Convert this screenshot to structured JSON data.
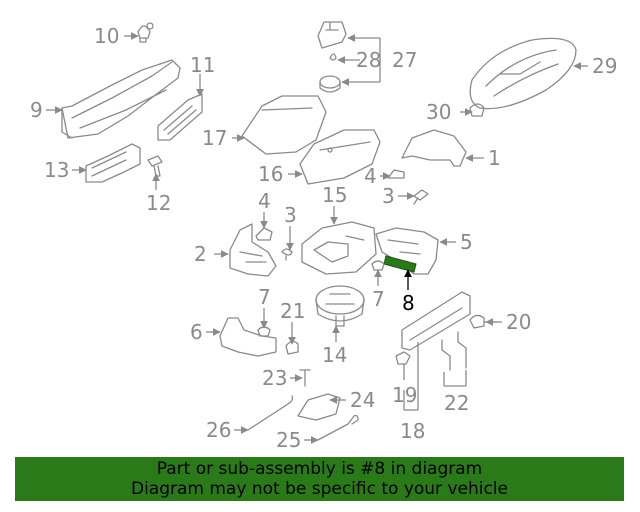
{
  "diagram": {
    "highlighted_part": "8",
    "highlight_color": "#2a7a1a",
    "callouts": {
      "c1": "1",
      "c2": "2",
      "c3a": "3",
      "c3b": "3",
      "c4a": "4",
      "c4b": "4",
      "c5": "5",
      "c6": "6",
      "c7a": "7",
      "c7b": "7",
      "c8": "8",
      "c9": "9",
      "c10": "10",
      "c11": "11",
      "c12": "12",
      "c13": "13",
      "c14": "14",
      "c15": "15",
      "c16": "16",
      "c17": "17",
      "c18": "18",
      "c19": "19",
      "c20": "20",
      "c21": "21",
      "c22": "22",
      "c23": "23",
      "c24": "24",
      "c25": "25",
      "c26": "26",
      "c27": "27",
      "c28": "28",
      "c29": "29",
      "c30": "30"
    }
  },
  "footer": {
    "line1": "Part or sub-assembly is #8 in diagram",
    "line2": "Diagram may not be specific to your vehicle"
  }
}
